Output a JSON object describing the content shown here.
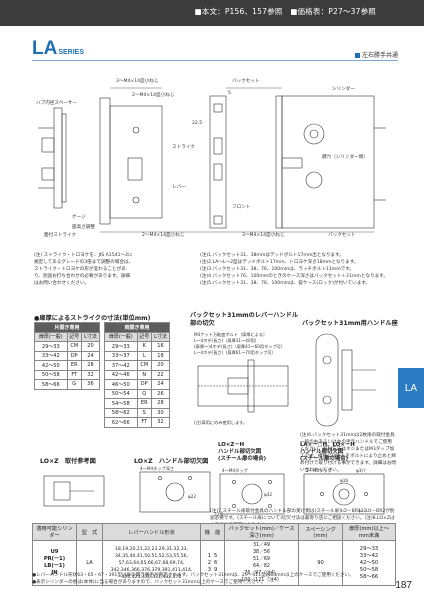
{
  "header": {
    "refs": "■本文：P156、157参照　■価格表：P27～37参照"
  },
  "title": {
    "series": "LA",
    "suffix": "SERIES"
  },
  "shared_label": "左右勝手共通",
  "side_tab": "LA",
  "diagram_top": {
    "dim_backset": "バックセット",
    "dim_face": "5",
    "dim_depth_a": "3～M4×14皿小ねじ",
    "dim_depth_b": "3～M4×14皿小ねじ",
    "dim_spindle": "2～M4×14皿小ねじ",
    "dim_front": "フロント",
    "dim_strike_depth": "座高さ調整",
    "dim_cyl": "2～M4×14皿小ねじ",
    "dim_22": "22.5",
    "label_cylinder": "シリンダー",
    "label_front2": "鍵穴（シリンダー側）",
    "label_strike": "ストライク",
    "label_bath": "ハブ内径スペーサー",
    "label_lever": "レバー",
    "label_gauge": "ゲージ",
    "label_box": "面付ストライク",
    "label_set": "バックセット"
  },
  "note_strike": "(注) ストライク・トロヨケを、JIS A1541～2に規定してあるグレードの3倍まで調整の場合は、ストライク・トロヨケの形が変わることがあり、別途お打ち合わせの必要があります。詳細はお問い合わせください。",
  "notes_right": [
    "(注)1.バックセット31、38mmはデッドボルト17mm出となります。",
    "(注)2.LA～L～2型はデッドボルト17mm、トロヨケ深さ18mmとなります。",
    "(注)3.バックセット31、38、76、100mmは、ラッチボルト11mmです。",
    "(注)4.バックセット76、100mmのときのケース深さはバックセット＋21mmとなります。",
    "(注)5.バックセット31、38、76、100mmは、錠ケース(ロック)が付いています。"
  ],
  "strike_section": "●扉厚によるストライクの寸法(単位mm)",
  "strike_tables": [
    {
      "title": "片開き専用",
      "headers": [
        "扉厚(一般)",
        "記号",
        "L寸法"
      ],
      "rows": [
        [
          "29～33",
          "CM",
          "20"
        ],
        [
          "33～42",
          "DP",
          "24"
        ],
        [
          "42～50",
          "ER",
          "28"
        ],
        [
          "50～58",
          "FT",
          "32"
        ],
        [
          "58～66",
          "G",
          "36"
        ]
      ]
    },
    {
      "title": "両開き専用",
      "headers": [
        "扉厚(一般)",
        "記号",
        "L寸法"
      ],
      "rows": [
        [
          "29～33",
          "K",
          "16"
        ],
        [
          "33～37",
          "L",
          "18"
        ],
        [
          "37～42",
          "CM",
          "20"
        ],
        [
          "42～46",
          "N",
          "22"
        ],
        [
          "46～50",
          "DP",
          "24"
        ],
        [
          "50～54",
          "Q",
          "26"
        ],
        [
          "54～58",
          "ER",
          "28"
        ],
        [
          "58～62",
          "S",
          "30"
        ],
        [
          "62～66",
          "FT",
          "32"
        ]
      ]
    }
  ],
  "cutout_31_title": "バックセット31mmのレバーハンドル部の切欠",
  "cutout_31_notes": [
    "M4ナット万能皿ボルト（扉厚による）",
    "L～4ホデ(長さ)（扉厚31～40用）",
    "(扉厚～)4ホデ(長さ)（扉厚41～60用タップ可）",
    "L～4ホデ(長さ)（扉厚61～70用タップ可）",
    "(注)扉用にのみ使用します。"
  ],
  "bs31_title": "バックセット31mm用ハンドル座",
  "bs31_note": "(注)6.バックセット31mmは2枚扉の取付金具一般の右あるいは左の手元ハンドルでご使用ください。取付方法はネジまたはM3タップ加工です。規格には中心をボルトにより止めと締め付けで取り付ける事ができます。詳細はお問い合わせください。",
  "bottom_labels": {
    "lo_z": "LO×Z　取付参考図",
    "lo_z2": "LO×Z　ハンドル部切欠図",
    "lo_h": "LO×Z－H\nハンドル部切欠図\n(スチール扉の場合)",
    "la_h": "LA×－□H、LO×－H\nハンドル部切欠図\n(スチール扉の場合)",
    "hole_lbl": "4～M4タップ深さ",
    "hole_lbl2": "φ22",
    "hole_lbl3": "φ32",
    "hole_lbl4": "4～M4タップ",
    "hole_lbl5": "22.5",
    "hole_lbl6": "φ3穴",
    "hole_lbl7": "2～M4タップ",
    "hole_lbl8": "φ32",
    "hole_lbl9": "φ16"
  },
  "note_bottom": "(注)7.スチール扉取付金具のハンドル部の受け側は(スチール扉)LO－BR1、LO－BR2が別途必要です。(スチール扉について)切欠寸法は最寄り店にご相談ください。(注)8.LO×Zは木扉のみで使用となります。",
  "spec_table": {
    "headers": [
      "適用可能シリンダー",
      "型　式",
      "レバーハンドル形状",
      "機　能",
      "バックセット(mm)／ケース深さ(mm)",
      "スペーシング(mm)",
      "扉厚(mm)以上～mm未満"
    ],
    "cyl": [
      "U9",
      "PR(ー1)",
      "LB(ー1)",
      "JN"
    ],
    "model": "LA",
    "handles": [
      "18,19,20,21,22,23,29,31,32,33,",
      "34,35,40,41,50,51,52,53,55,56,",
      "57,63,64,65,66,67,68,69,74,",
      "342,346,366,376,379,391,411,414,",
      "420,421,430,431,432,472"
    ],
    "functions": [
      "1",
      "2",
      "3",
      "5",
      "6",
      "9"
    ],
    "backsets": [
      "31／49",
      "38／56",
      "51／69",
      "64／82",
      "76／97（注4）",
      "100／121（注4）"
    ],
    "spacing": "90",
    "thickness": [
      "29～33",
      "33～42",
      "42～50",
      "50～58",
      "58～66"
    ]
  },
  "footnotes": [
    "●レバーハンドル形状63・65・67・391型は扉の開き勝手が限定されます。バックセット31mmは、29・411型は64mm以上のケースでご使用ください。",
    "●表示シリンダーの他は(本体)に当る場合がありますので、バックセット31mm以上のケースでご使用ください。"
  ],
  "page_number": "187"
}
